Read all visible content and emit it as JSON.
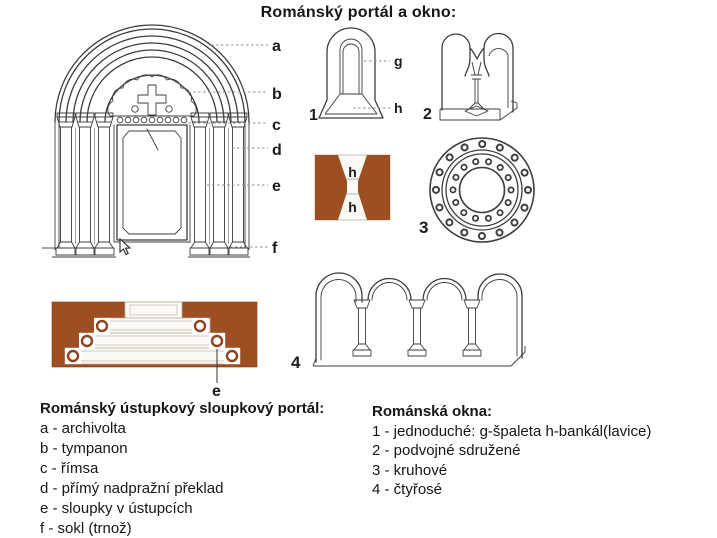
{
  "title": "Románský portál a okno:",
  "colors": {
    "wall_brown": "#9d4f21",
    "ink": "#1c1c1c",
    "sketch_line": "#3d3d3d"
  },
  "portal_figure": {
    "labels": [
      "a",
      "b",
      "c",
      "d",
      "e",
      "f"
    ]
  },
  "window_figures": {
    "n1": "1",
    "g": "g",
    "h": "h",
    "n2": "2",
    "plan_h_top": "h",
    "plan_h_bottom": "h",
    "n3": "3",
    "n4": "4",
    "plan_e": "e"
  },
  "legend_portal": {
    "heading": "Románský ústupkový sloupkový portál:",
    "items": [
      "a - archivolta",
      "b - tympanon",
      "c - římsa",
      "d - přímý nadpražní překlad",
      "e - sloupky v ústupcích",
      "f - sokl (trnož)"
    ]
  },
  "legend_windows": {
    "heading": "Románská okna:",
    "items": [
      "1 - jednoduché: g-špaleta h-bankál(lavice)",
      "2 - podvojné sdružené",
      "3 - kruhové",
      "4 - čtyřosé"
    ]
  }
}
